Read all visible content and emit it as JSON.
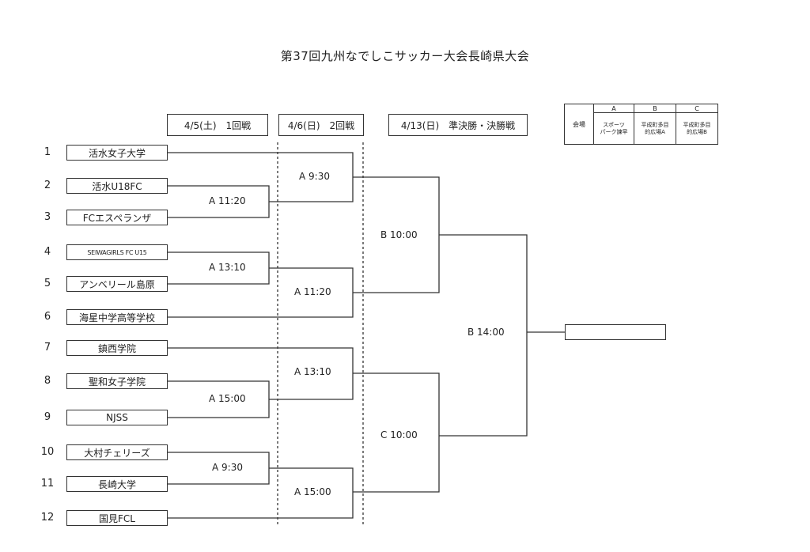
{
  "title": "第37回九州なでしこサッカー大会長崎県大会",
  "round_headers": {
    "r1": "4/5(土)　1回戦",
    "r2": "4/6(日)　2回戦",
    "r3": "4/13(日)　準決勝・決勝戦"
  },
  "venue_table": {
    "label": "会場",
    "codes": [
      "A",
      "B",
      "C"
    ],
    "venues": [
      [
        "スポーツ",
        "パーク諫早"
      ],
      [
        "平成町多目",
        "的広場A"
      ],
      [
        "平成町多目",
        "的広場B"
      ]
    ]
  },
  "teams": [
    {
      "seed": "1",
      "name": "活水女子大学"
    },
    {
      "seed": "2",
      "name": "活水U18FC"
    },
    {
      "seed": "3",
      "name": "FCエスペランザ"
    },
    {
      "seed": "4",
      "name": "SEIWAGIRLS FC U15"
    },
    {
      "seed": "5",
      "name": "アンベリール島原"
    },
    {
      "seed": "6",
      "name": "海星中学高等学校"
    },
    {
      "seed": "7",
      "name": "鎮西学院"
    },
    {
      "seed": "8",
      "name": "聖和女子学院"
    },
    {
      "seed": "9",
      "name": "NJSS"
    },
    {
      "seed": "10",
      "name": "大村チェリーズ"
    },
    {
      "seed": "11",
      "name": "長崎大学"
    },
    {
      "seed": "12",
      "name": "国見FCL"
    }
  ],
  "matches": {
    "r1": [
      "A 11:20",
      "A 13:10",
      "A 15:00",
      "A 9:30"
    ],
    "r2": [
      "A 9:30",
      "A 11:20",
      "A 13:10",
      "A 15:00"
    ],
    "semi": [
      "B 10:00",
      "C 10:00"
    ],
    "final": "B 14:00"
  },
  "champion": ""
}
